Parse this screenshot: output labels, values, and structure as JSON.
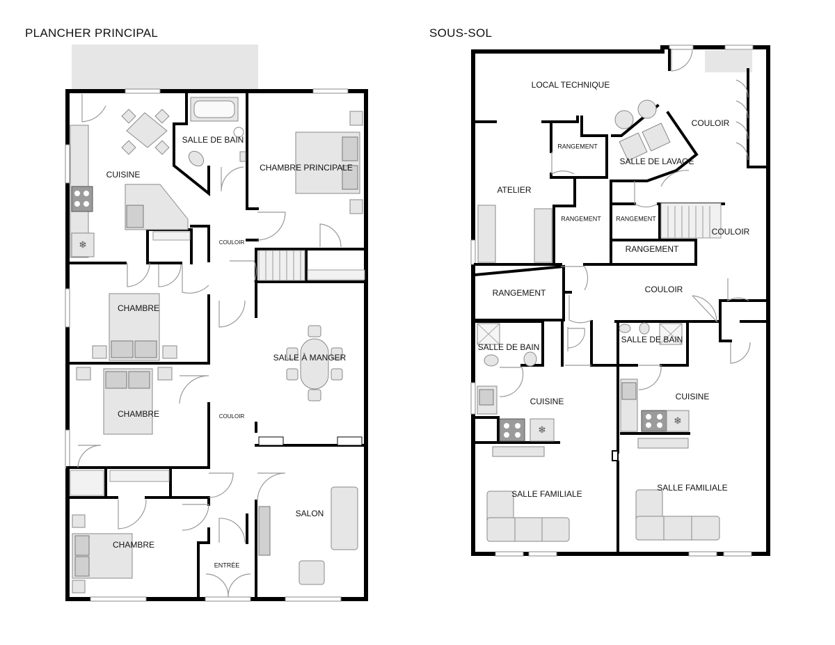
{
  "titles": {
    "main_floor": "PLANCHER PRINCIPAL",
    "basement": "SOUS-SOL"
  },
  "main_floor_rooms": {
    "cuisine": "CUISINE",
    "salle_de_bain": "SALLE DE BAIN",
    "chambre_principale": "CHAMBRE PRINCIPALE",
    "couloir_top": "COULOIR",
    "chambre_1": "CHAMBRE",
    "chambre_2": "CHAMBRE",
    "chambre_3": "CHAMBRE",
    "couloir_mid": "COULOIR",
    "salle_a_manger": "SALLE À MANGER",
    "salon": "SALON",
    "entree": "ENTRÉE"
  },
  "basement_rooms": {
    "local_technique": "LOCAL TECHNIQUE",
    "couloir_top": "COULOIR",
    "rangement_1": "RANGEMENT",
    "salle_de_lavage": "SALLE DE LAVAGE",
    "atelier": "ATELIER",
    "rangement_2": "RANGEMENT",
    "rangement_3": "RANGEMENT",
    "couloir_right": "COULOIR",
    "rangement_4": "RANGEMENT",
    "rangement_5": "RANGEMENT",
    "couloir_mid": "COULOIR",
    "salle_de_bain_1": "SALLE DE BAIN",
    "salle_de_bain_2": "SALLE DE BAIN",
    "cuisine_1": "CUISINE",
    "cuisine_2": "CUISINE",
    "salle_familiale_1": "SALLE FAMILIALE",
    "salle_familiale_2": "SALLE FAMILIALE"
  }
}
